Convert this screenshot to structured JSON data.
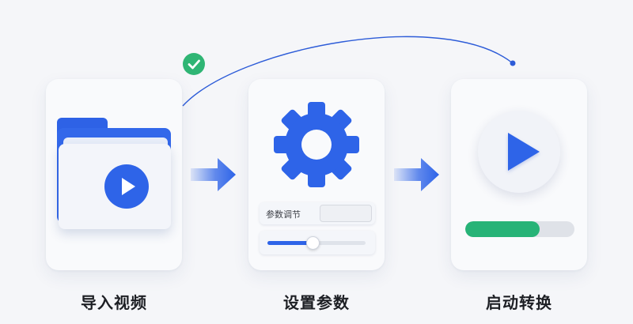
{
  "steps": {
    "import": {
      "label": "导入视频",
      "icon": "folder-play-icon"
    },
    "settings": {
      "label": "设置参数",
      "icon": "gear-icon",
      "param_label": "参数调节",
      "param_value": "",
      "slider_level": 0.46
    },
    "convert": {
      "label": "启动转换",
      "icon": "play-icon",
      "progress": 0.68
    }
  },
  "status": {
    "icon": "check-circle-icon",
    "state": "completed"
  },
  "colors": {
    "accent_blue": "#2e64e8",
    "success_green": "#27b377",
    "background": "#f5f6f9"
  }
}
